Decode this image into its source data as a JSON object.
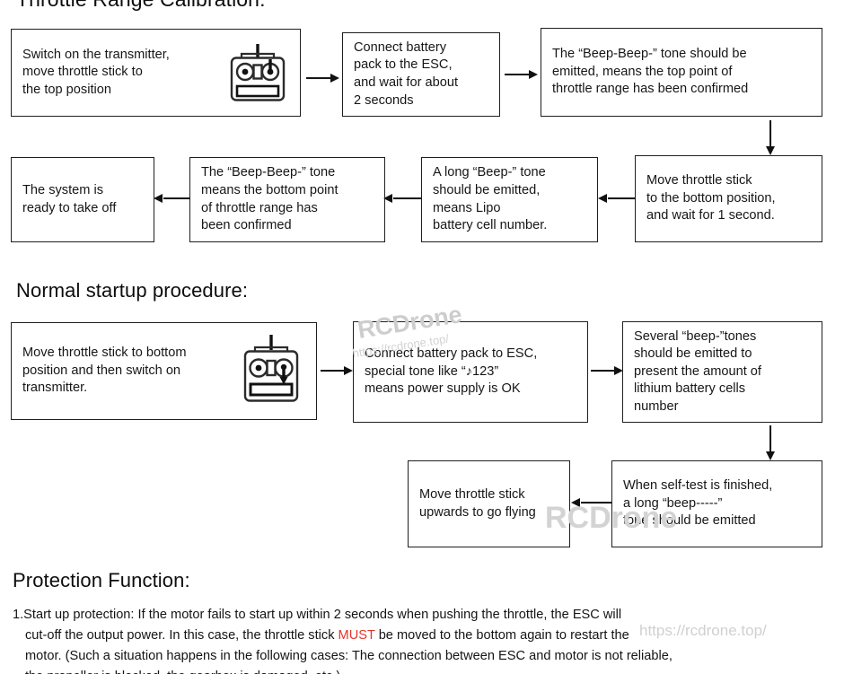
{
  "document": {
    "headings": {
      "throttle": "Throttle Range Calibration:",
      "normal": "Normal startup procedure:",
      "protection": "Protection Function:"
    }
  },
  "throttle_calibration": {
    "boxes": [
      {
        "id": "tc-1",
        "text": "Switch on the transmitter,\nmove throttle stick to\nthe top position",
        "icon": "transmitter-stick-up-icon"
      },
      {
        "id": "tc-2",
        "text": "Connect battery\npack to the ESC,\nand wait for about\n2 seconds"
      },
      {
        "id": "tc-3",
        "text": "The “Beep-Beep-” tone should be\nemitted, means the top point of\nthrottle range has been confirmed"
      },
      {
        "id": "tc-4",
        "text": "Move throttle stick\nto the bottom position,\nand wait for 1 second."
      },
      {
        "id": "tc-5",
        "text": "A long “Beep-” tone\nshould be emitted,\nmeans Lipo\nbattery cell number."
      },
      {
        "id": "tc-6",
        "text": "The “Beep-Beep-” tone\nmeans the bottom point\nof throttle range has\nbeen confirmed"
      },
      {
        "id": "tc-7",
        "text": "The system is\nready to take off"
      }
    ],
    "arrows": [
      {
        "id": "tc-arrow-1",
        "direction": "right"
      },
      {
        "id": "tc-arrow-2",
        "direction": "right"
      },
      {
        "id": "tc-arrow-3",
        "direction": "down"
      },
      {
        "id": "tc-arrow-4",
        "direction": "left"
      },
      {
        "id": "tc-arrow-5",
        "direction": "left"
      },
      {
        "id": "tc-arrow-6",
        "direction": "left"
      }
    ]
  },
  "normal_startup": {
    "boxes": [
      {
        "id": "ns-1",
        "text": "Move throttle stick to bottom\nposition and then switch on\ntransmitter.",
        "icon": "transmitter-stick-down-icon"
      },
      {
        "id": "ns-2",
        "text": "Connect battery pack to ESC,\nspecial tone like “♪123”\nmeans power supply is OK"
      },
      {
        "id": "ns-3",
        "text": "Several “beep-”tones\nshould be emitted to\npresent the amount of\nlithium battery cells\nnumber"
      },
      {
        "id": "ns-4",
        "text": "When self-test is finished,\na long “beep-----”\ntone should be emitted"
      },
      {
        "id": "ns-5",
        "text": "Move throttle stick\nupwards to go flying"
      }
    ],
    "arrows": [
      {
        "id": "ns-arrow-1",
        "direction": "right"
      },
      {
        "id": "ns-arrow-2",
        "direction": "right"
      },
      {
        "id": "ns-arrow-3",
        "direction": "down"
      },
      {
        "id": "ns-arrow-4",
        "direction": "left"
      }
    ]
  },
  "protection_function": {
    "lines": [
      {
        "id": "prot-l1",
        "prefix": "1.Start up protection: If the motor fails to start up within 2 seconds when pushing the throttle, the ESC will"
      },
      {
        "id": "prot-l2",
        "before": "cut-off the output power. In this case, the throttle stick ",
        "highlight": "MUST",
        "after": " be moved to the bottom again to restart the"
      },
      {
        "id": "prot-l3",
        "prefix": "motor. (Such a situation happens in the following cases: The connection between ESC and motor is not reliable,"
      },
      {
        "id": "prot-l4",
        "prefix": "the propeller is blocked, the gearbox is damaged, etc.)"
      }
    ]
  },
  "watermarks": {
    "brand": "RCDrone",
    "url": "https://rcdrone.top/"
  }
}
